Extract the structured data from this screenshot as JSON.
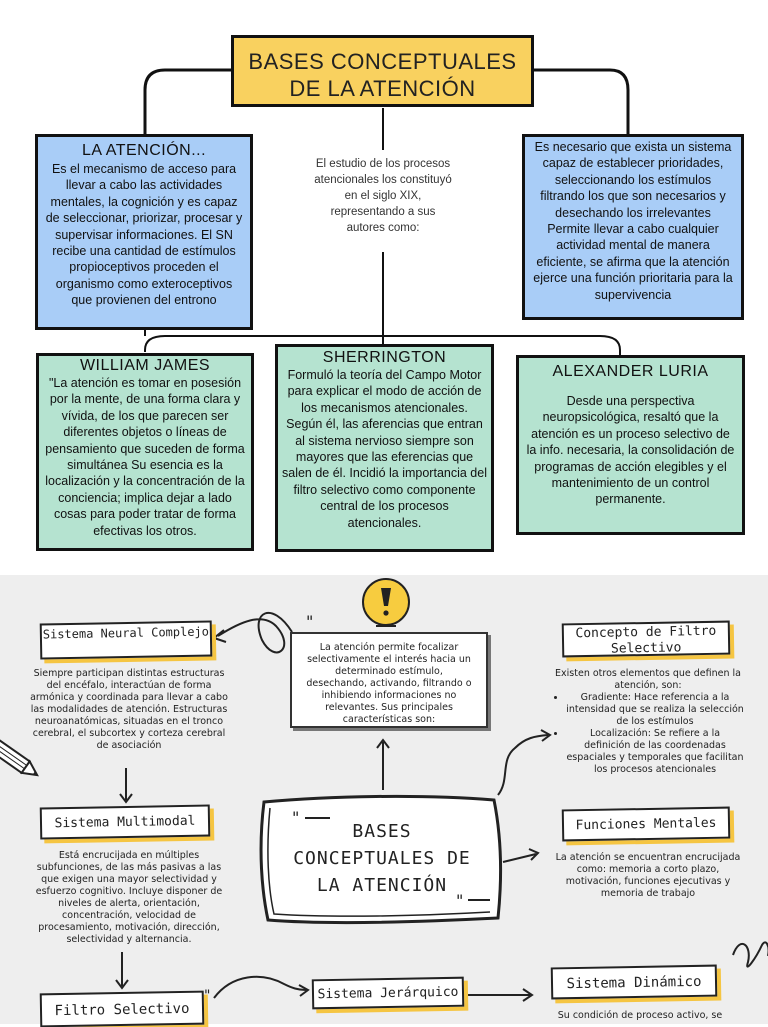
{
  "top": {
    "title": "BASES CONCEPTUALES DE LA ATENCIÓN",
    "left_box": {
      "heading": "LA ATENCIÓN...",
      "body": "Es el mecanismo de acceso para llevar a cabo las actividades mentales, la cognición y es capaz de seleccionar, priorizar, procesar y supervisar informaciones. El SN recibe una cantidad de estímulos propioceptivos proceden el organismo como exteroceptivos que provienen del entrono"
    },
    "middle_text": "El estudio de los procesos atencionales los constituyó en el siglo XIX, representando a sus autores como:",
    "right_box": {
      "body1": "Es necesario que exista un sistema capaz de establecer prioridades, seleccionando los estímulos filtrando los que son necesarios y desechando los irrelevantes",
      "body2": "Permite llevar a cabo cualquier actividad mental de manera eficiente, se afirma que la atención ejerce una función prioritaria para la supervivencia"
    },
    "authors": [
      {
        "name": "WILLIAM JAMES",
        "text": "\"La atención es tomar en posesión por la mente, de una forma clara y vívida, de los que parecen ser diferentes objetos o líneas de pensamiento que suceden de forma simultánea Su esencia es la localización y la concentración de la conciencia; implica dejar a lado cosas para poder tratar de forma efectivas los otros."
      },
      {
        "name": "SHERRINGTON",
        "text": "Formuló la teoría del Campo Motor para explicar el modo de acción de los mecanismos atencionales. Según él, las aferencias que entran al sistema nervioso siempre son mayores que las eferencias que salen de él. Incidió la importancia del filtro selectivo como componente central de los procesos atencionales."
      },
      {
        "name": "ALEXANDER LURIA",
        "text": "Desde una perspectiva neuropsicológica, resaltó que la atención es un proceso selectivo de la info. necesaria, la consolidación de programas de acción elegibles y el mantenimiento de un control permanente."
      }
    ]
  },
  "bottom": {
    "center_title": "BASES CONCEPTUALES DE LA ATENCIÓN",
    "intro_note": "La atención permite focalizar selectivamente el interés hacia un determinado estímulo, desechando, activando, filtrando o inhibiendo informaciones no relevantes. Sus principales características son:",
    "nodes": {
      "sistema_neural": {
        "label": "Sistema Neural Complejo",
        "text": "Siempre participan distintas estructuras del encéfalo, interactúan de forma armónica y coordinada para llevar a cabo las modalidades de atención. Estructuras neuroanatómicas, situadas en el tronco cerebral, el subcortex y corteza cerebral de asociación"
      },
      "sistema_multimodal": {
        "label": "Sistema Multimodal",
        "text": "Está encrucijada en múltiples subfunciones, de las más pasivas a las que exigen una mayor selectividad y esfuerzo cognitivo. Incluye disponer de niveles de alerta, orientación, concentración, velocidad de procesamiento, motivación, dirección, selectividad y alternancia."
      },
      "filtro_selectivo": {
        "label": "Filtro Selectivo"
      },
      "sistema_jerarquico": {
        "label": "Sistema Jerárquico"
      },
      "sistema_dinamico": {
        "label": "Sistema Dinámico",
        "text": "Su condición de proceso activo, se"
      },
      "concepto_filtro": {
        "label": "Concepto de Filtro Selectivo",
        "intro": "Existen otros elementos que definen la atención, son:",
        "bullets": [
          "Gradiente: Hace referencia a la intensidad que se realiza la selección de los estímulos",
          "Localización: Se refiere a la definición de las coordenadas espaciales y temporales que facilitan los procesos atencionales"
        ]
      },
      "funciones_mentales": {
        "label": "Funciones Mentales",
        "text": "La atención se encuentran encrucijada como: memoria a corto plazo, motivación, funciones ejecutivas y memoria de trabajo"
      }
    }
  },
  "colors": {
    "title_yellow": "#f9d15f",
    "blue_box": "#a9cdf7",
    "green_box": "#b5e3d0",
    "bottom_bg": "#eeeeee",
    "tag_shadow": "#f5c542"
  }
}
